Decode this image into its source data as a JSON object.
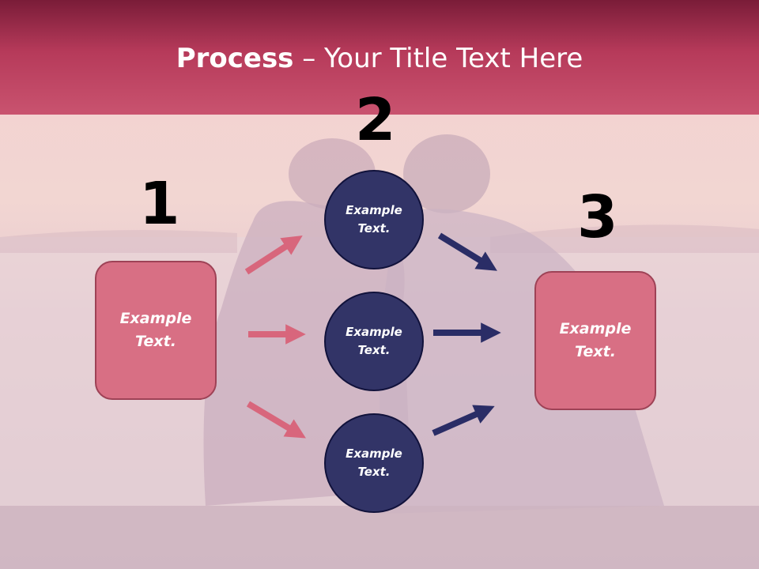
{
  "slide": {
    "title_bold": "Process",
    "title_rest": " – Your Title Text Here"
  },
  "steps": [
    {
      "number": "1",
      "text": "Example\nText."
    },
    {
      "number": "2",
      "circles": [
        "Example\nText.",
        "Example\nText.",
        "Example\nText."
      ]
    },
    {
      "number": "3",
      "text": "Example\nText."
    }
  ],
  "colors": {
    "header": "#b63a5a",
    "pink_box": "#d86f84",
    "navy_circle": "#323467",
    "pink_arrow": "#d8667c",
    "navy_arrow": "#2a2d66"
  }
}
